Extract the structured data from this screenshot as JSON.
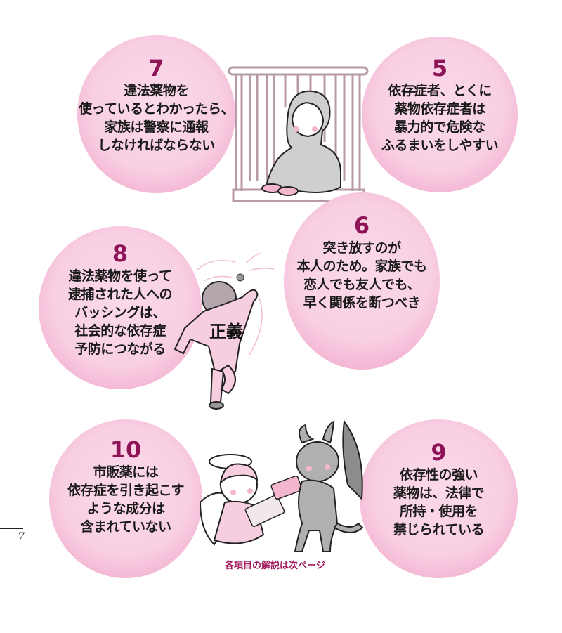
{
  "items": [
    {
      "id": "7",
      "number": "7",
      "lines": [
        "違法薬物を",
        "使っているとわかったら、",
        "家族は警察に通報",
        "しなければならない"
      ]
    },
    {
      "id": "5",
      "number": "5",
      "lines": [
        "依存症者、とくに",
        "薬物依存症者は",
        "暴力的で危険な",
        "ふるまいをしやすい"
      ]
    },
    {
      "id": "6",
      "number": "6",
      "lines": [
        "突き放すのが",
        "本人のため。家族でも",
        "恋人でも友人でも、",
        "早く関係を断つべき"
      ]
    },
    {
      "id": "8",
      "number": "8",
      "lines": [
        "違法薬物を使って",
        "逮捕された人への",
        "バッシングは、",
        "社会的な依存症",
        "予防につながる"
      ]
    },
    {
      "id": "10",
      "number": "10",
      "lines": [
        "市販薬には",
        "依存症を引き起こす",
        "ような成分は",
        "含まれていない"
      ]
    },
    {
      "id": "9",
      "number": "9",
      "lines": [
        "依存性の強い",
        "薬物は、法律で",
        "所持・使用を",
        "禁じられている"
      ]
    }
  ],
  "illustrations": {
    "cage_person": "person-in-cage-illustration",
    "justice_thrower_label": "正義",
    "angel_devil": "angel-and-devil-exchanging-pills-illustration"
  },
  "caption": "各項目の解説は次ページ",
  "page_number": "7",
  "colors": {
    "circle_fill": "#f8cfe3",
    "circle_edge": "#ec93bc",
    "number_color": "#8f1457",
    "caption_color": "#a21a5d",
    "cage_color": "#b79aa6"
  }
}
